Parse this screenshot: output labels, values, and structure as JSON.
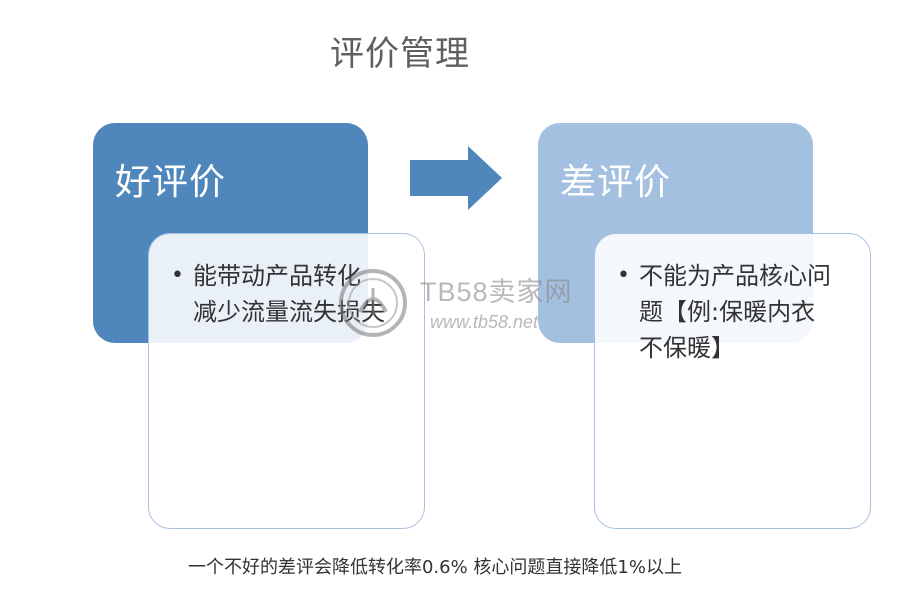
{
  "title": "评价管理",
  "left": {
    "header": "好评价",
    "bullet": "能带动产品转化\n减少流量流失损失"
  },
  "right": {
    "header": "差评价",
    "bullet": "不能为产品核心问\n题【例:保暖内衣\n不保暖】"
  },
  "arrow_icon": "right-arrow-icon",
  "colors": {
    "left_header_bg": "#4f87bd",
    "right_header_bg": "#a4c0e1",
    "arrow": "#4f87bd"
  },
  "watermark": {
    "brand": "TB58卖家网",
    "url": "www.tb58.net"
  },
  "footnote": "一个不好的差评会降低转化率0.6% 核心问题直接降低1%以上"
}
